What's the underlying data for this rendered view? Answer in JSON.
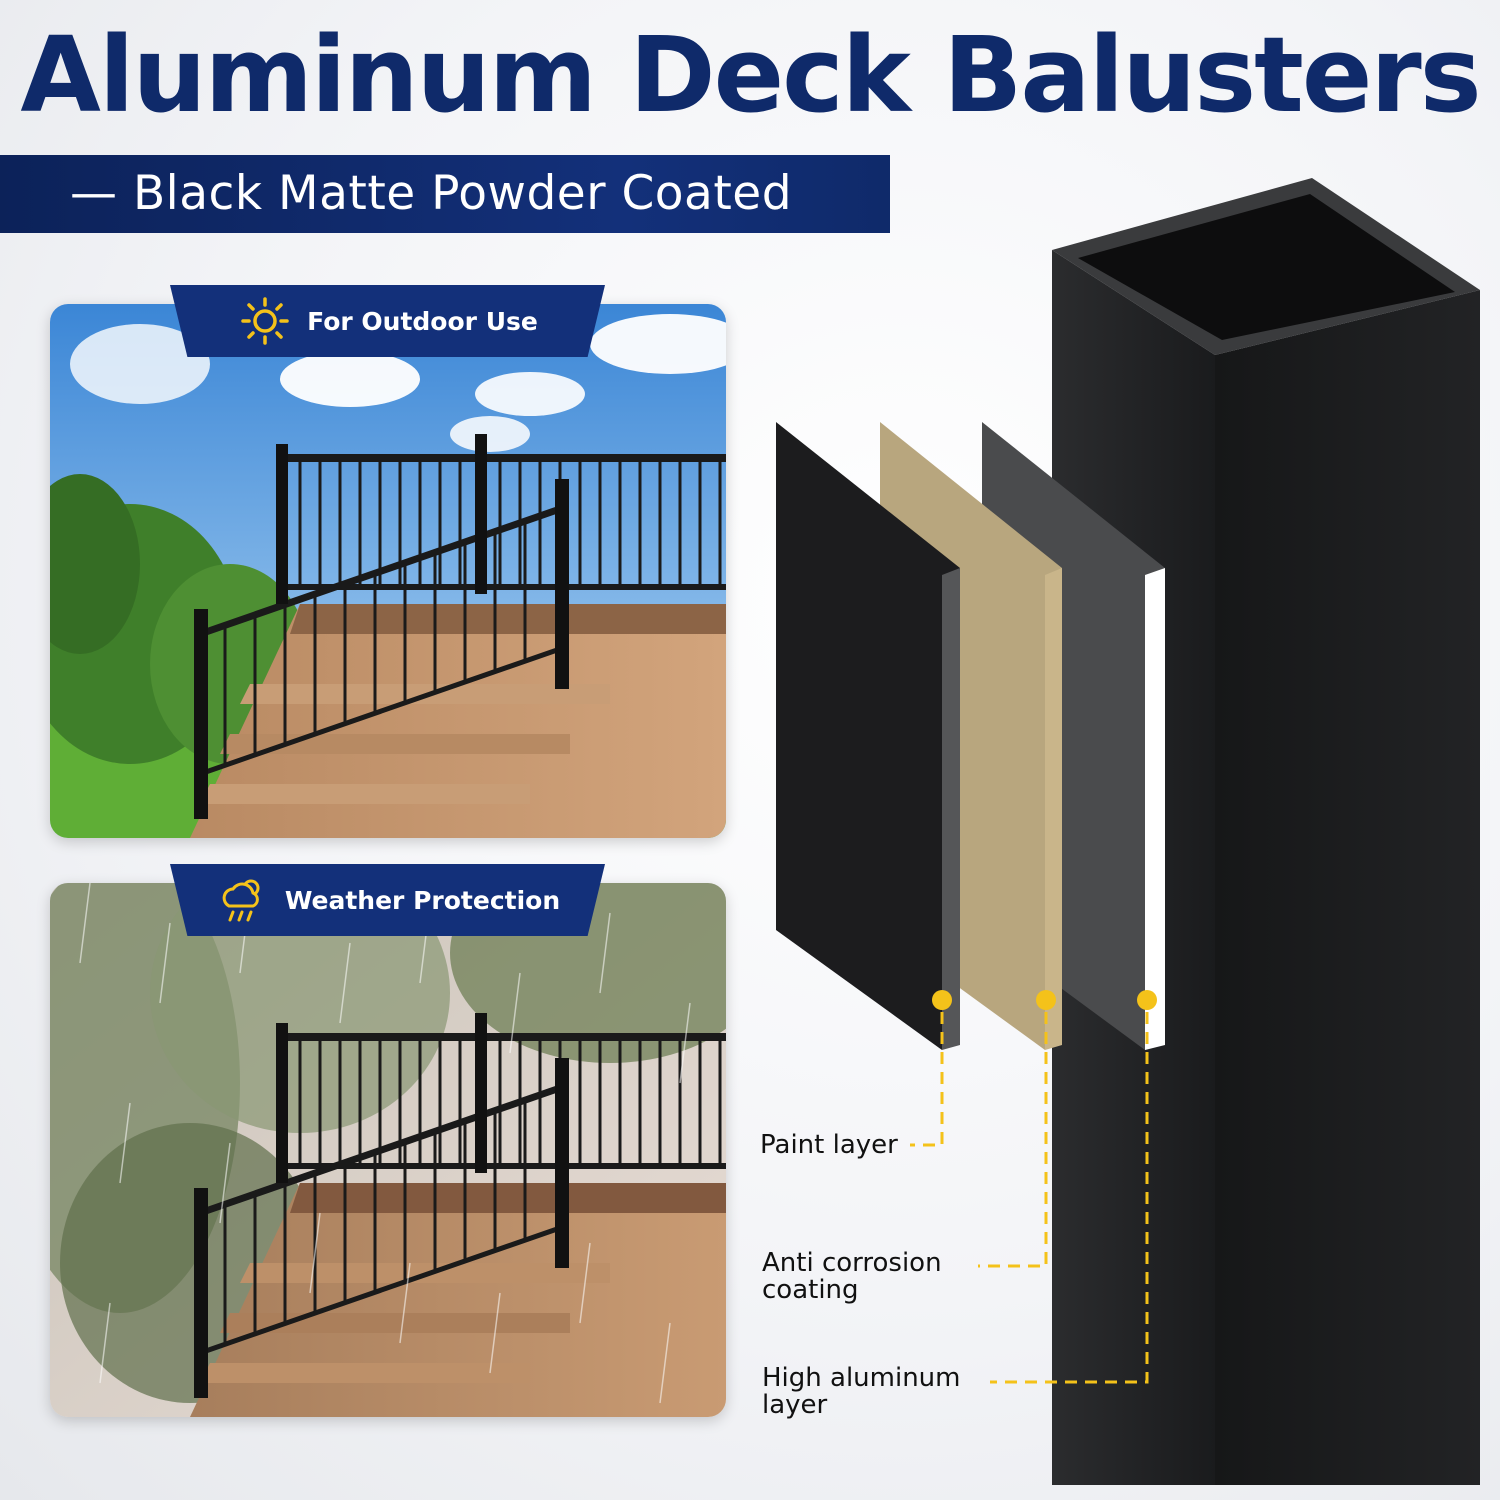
{
  "header": {
    "title": "Aluminum Deck Balusters",
    "subtitle": "— Black Matte Powder Coated"
  },
  "panels": [
    {
      "tag": "For Outdoor Use",
      "icon": "sun-icon"
    },
    {
      "tag": "Weather Protection",
      "icon": "cloud-sun-rain-icon"
    }
  ],
  "layers": {
    "paint": "Paint layer",
    "anti_corrosion_line1": "Anti corrosion",
    "anti_corrosion_line2": "coating",
    "aluminum_line1": "High aluminum",
    "aluminum_line2": "layer"
  },
  "colors": {
    "brand_navy": "#0f2a6a",
    "banner_blue": "#13307a",
    "accent_yellow": "#f4c21a",
    "paint_black": "#1c1c1e",
    "coating_tan": "#b8a67e",
    "aluminum_gray": "#4a4b4d"
  }
}
